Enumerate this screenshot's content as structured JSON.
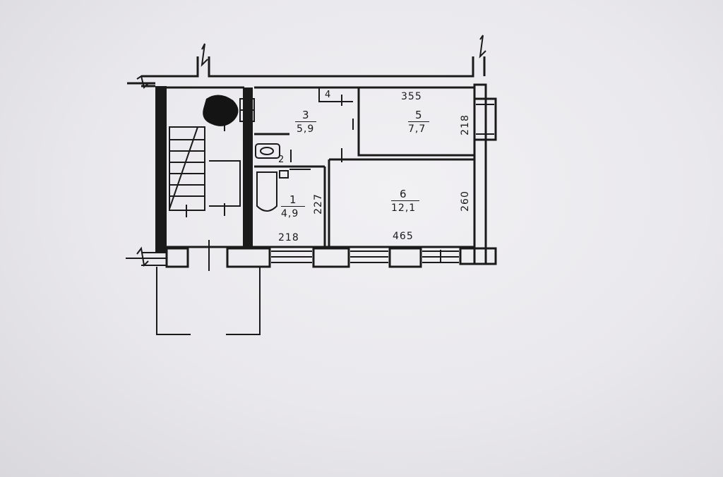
{
  "rooms": [
    {
      "number": "1",
      "area": "4,9"
    },
    {
      "number": "2",
      "area": ""
    },
    {
      "number": "3",
      "area": "5,9"
    },
    {
      "number": "4",
      "area": ""
    },
    {
      "number": "5",
      "area": "7,7"
    },
    {
      "number": "6",
      "area": "12,1"
    }
  ],
  "dimensions": {
    "top_355": "355",
    "right_218": "218",
    "right_260": "260",
    "bottom_218": "218",
    "bottom_465": "465",
    "middle_227": "227"
  },
  "colors": {
    "line": "#1a1a1a",
    "paper": "#ecebef",
    "blot": "#141414"
  }
}
